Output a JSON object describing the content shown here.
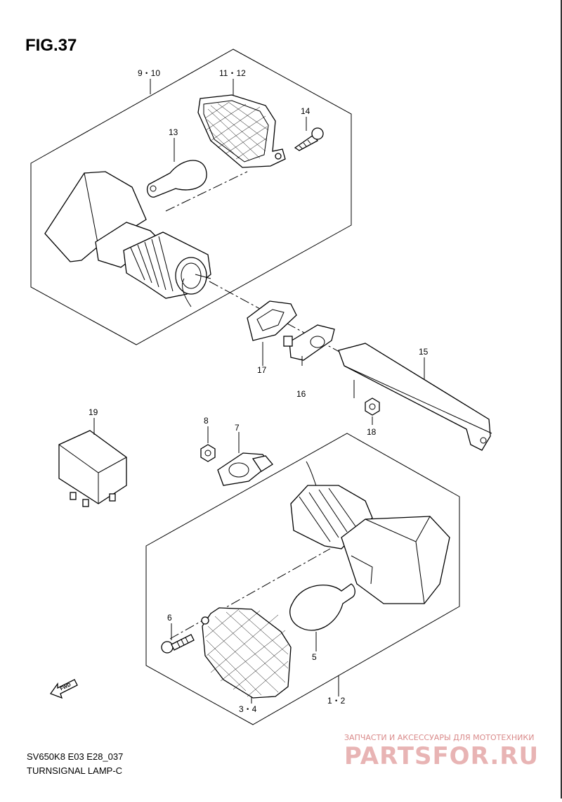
{
  "figure": {
    "title": "FIG.37"
  },
  "callouts": {
    "p9_10": "9・10",
    "p11_12": "11・12",
    "p13": "13",
    "p14": "14",
    "p15": "15",
    "p16": "16",
    "p17": "17",
    "p18": "18",
    "p19": "19",
    "p8": "8",
    "p7": "7",
    "p6": "6",
    "p5": "5",
    "p3_4": "3・4",
    "p1_2": "1・2"
  },
  "direction_marker": {
    "text": "FWD"
  },
  "footer": {
    "model_code": "SV650K8 E03 E28_037",
    "section_name": "TURNSIGNAL LAMP-C"
  },
  "watermark": {
    "tagline": "ЗАПЧАСТИ И АКСЕССУАРЫ ДЛЯ МОТОТЕХНИКИ",
    "brand": "PARTSFOR.RU"
  }
}
